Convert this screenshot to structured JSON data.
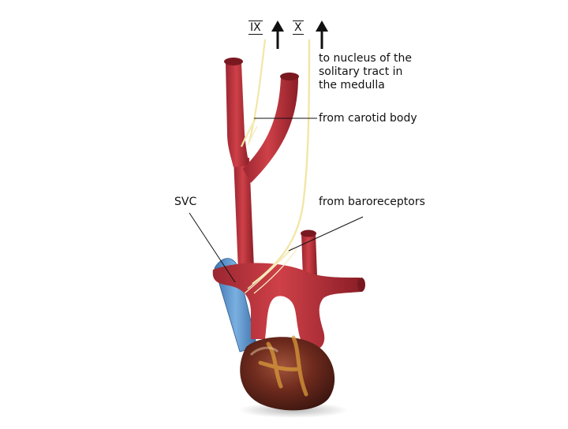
{
  "labels": {
    "cranial_nerve_ix": "IX",
    "cranial_nerve_x": "X",
    "solitary_tract": "to nucleus of the\nsolitary tract in\nthe medulla",
    "carotid_body": "from carotid body",
    "baroreceptors": "from baroreceptors",
    "svc": "SVC"
  },
  "colors": {
    "artery": "#c0313a",
    "artery_shadow": "#8e1f28",
    "vein": "#4a86c5",
    "nerve": "#f2e6a6",
    "heart": "#6b2a1c"
  }
}
